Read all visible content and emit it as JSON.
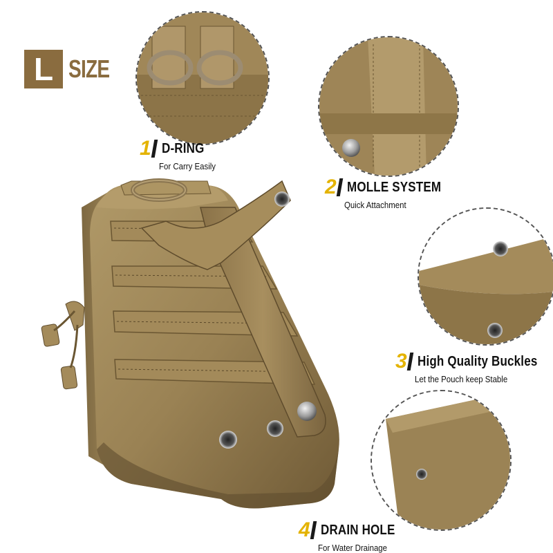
{
  "size_badge": {
    "letter": "L",
    "word": "SIZE"
  },
  "features": [
    {
      "number": "1",
      "title": "D-RING",
      "subtitle": "For Carry Easily"
    },
    {
      "number": "2",
      "title": "MOLLE SYSTEM",
      "subtitle": "Quick Attachment"
    },
    {
      "number": "3",
      "title": "High Quality Buckles",
      "subtitle": "Let the Pouch keep Stable"
    },
    {
      "number": "4",
      "title": "DRAIN HOLE",
      "subtitle": "For Water Drainage"
    }
  ],
  "colors": {
    "accent": "#e4b300",
    "brand": "#8a6c3f",
    "fabric": "#9c8458",
    "fabric_dark": "#6e5a36"
  }
}
